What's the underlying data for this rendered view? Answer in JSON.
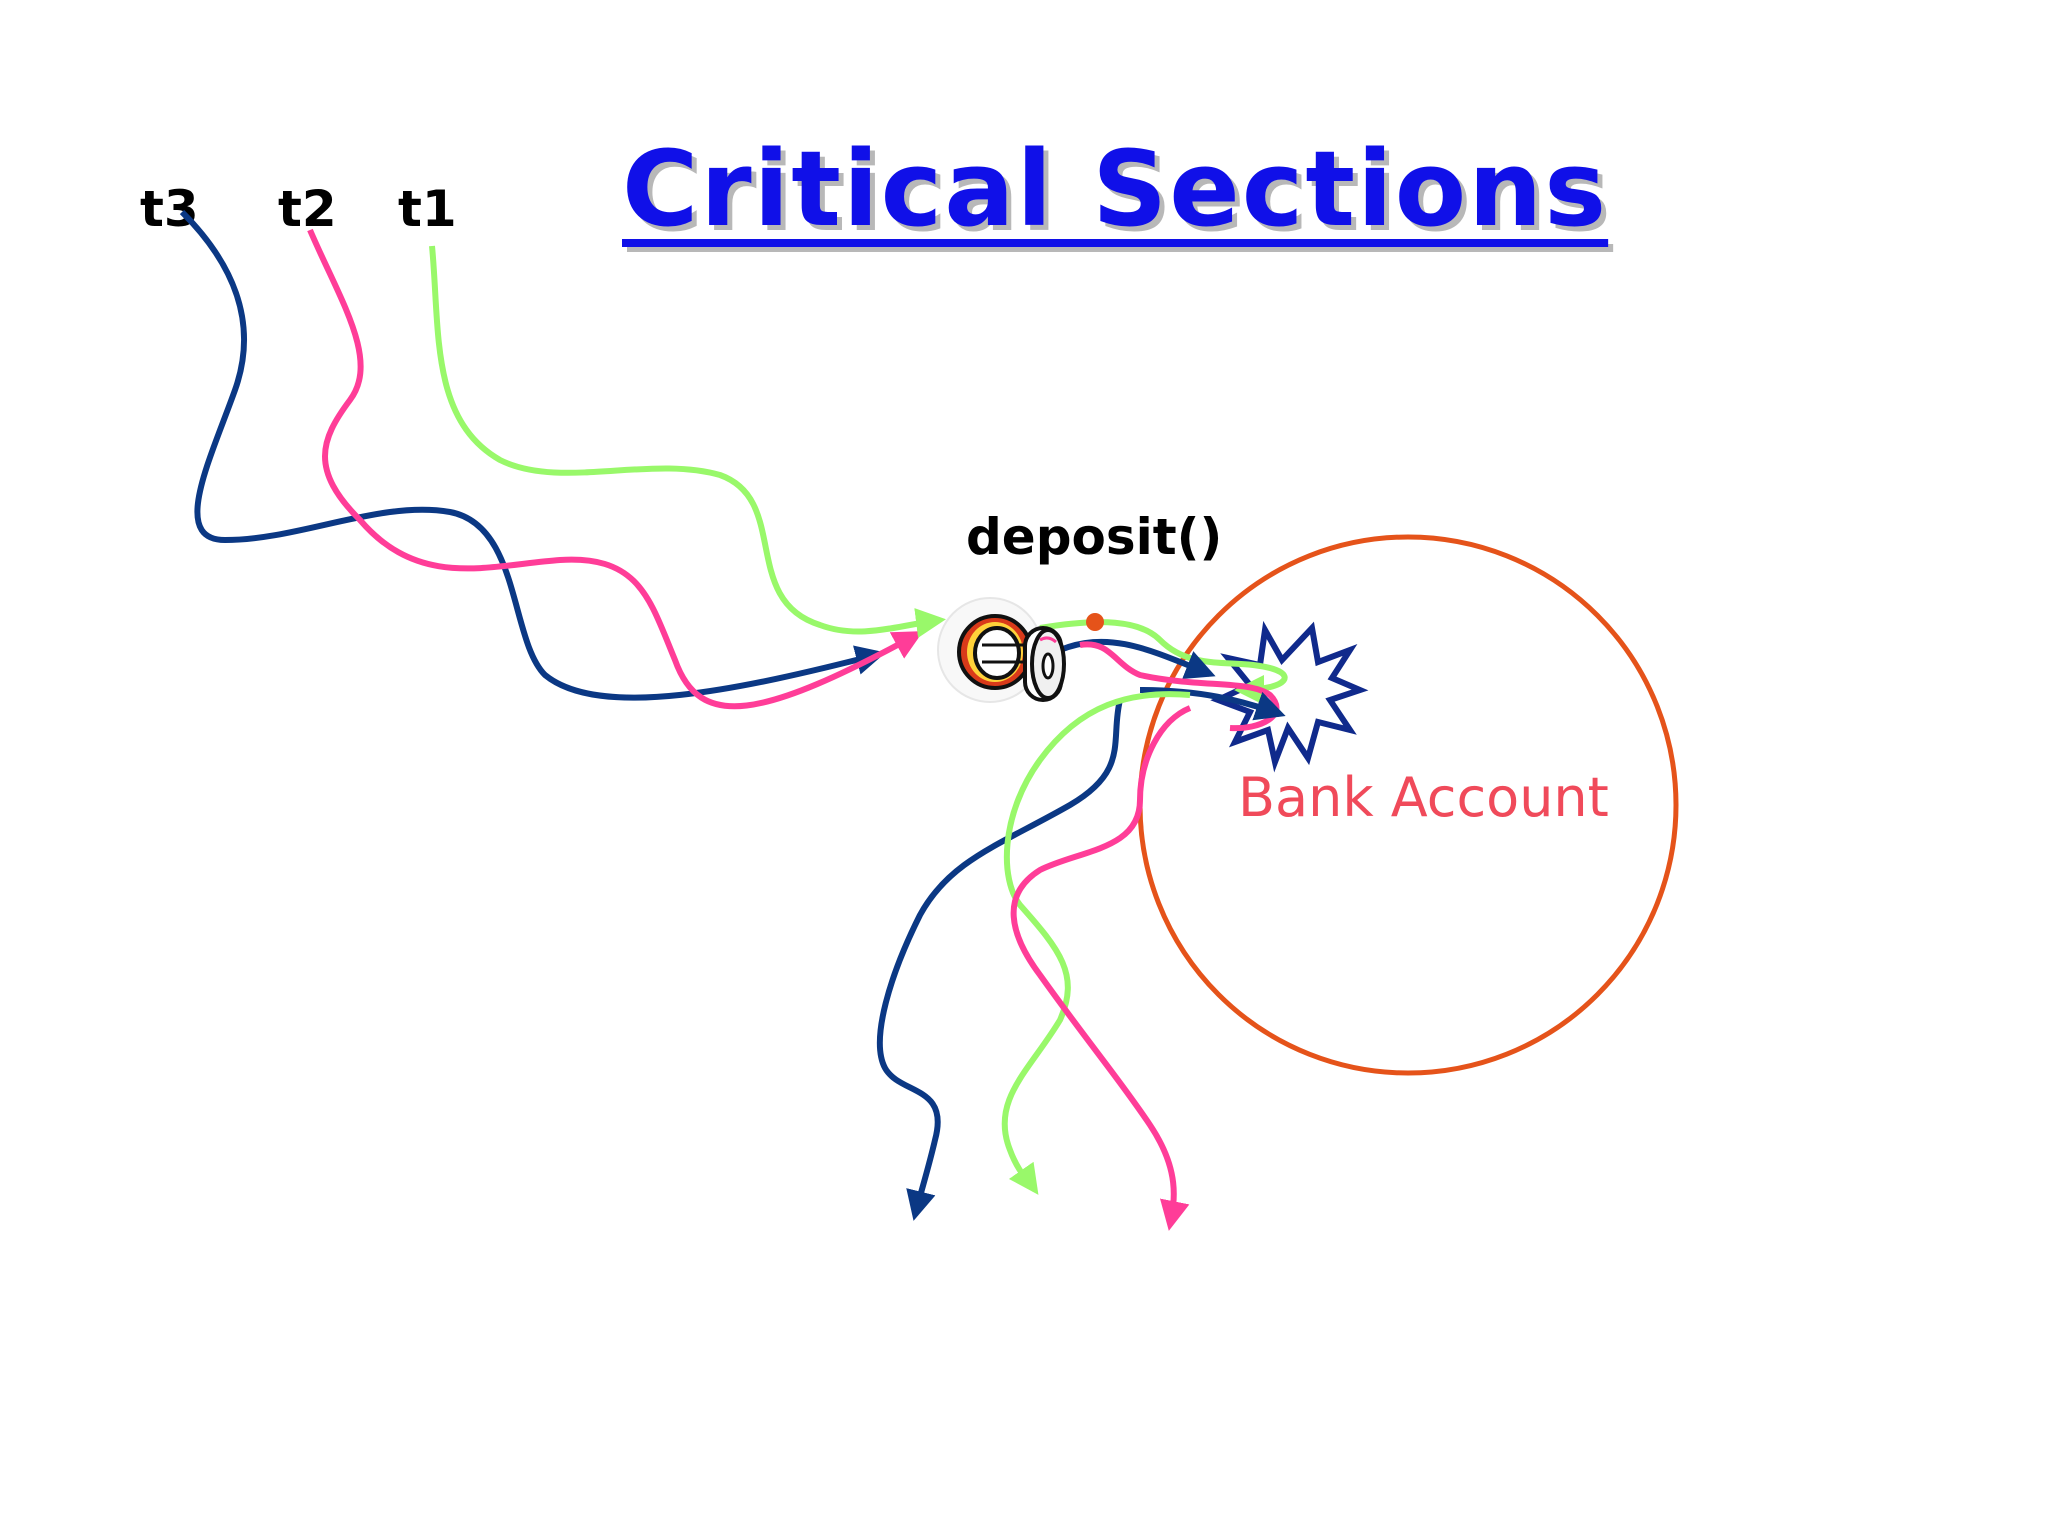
{
  "title": "Critical Sections",
  "threads": {
    "t1": "t1",
    "t2": "t2",
    "t3": "t3"
  },
  "method_label": "deposit()",
  "account_label": "Bank Account",
  "colors": {
    "title": "#1010e8",
    "t1_thread": "#99f86a",
    "t2_thread": "#ff3d98",
    "t3_thread": "#0b3884",
    "account_circle": "#e5531a",
    "account_text": "#f04a5a",
    "collision_star": "#102a8c"
  },
  "icons": {
    "lock": "padlock-icon",
    "collision": "explosion-star-icon"
  }
}
